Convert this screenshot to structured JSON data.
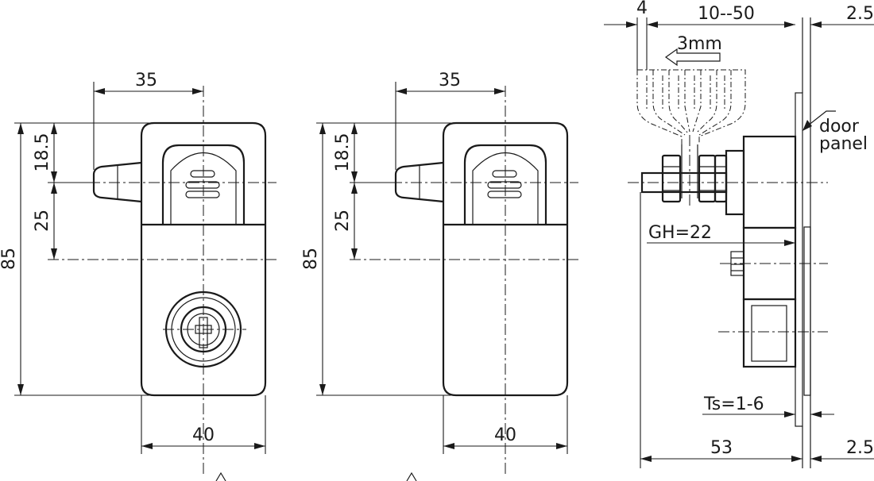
{
  "views": {
    "left": {
      "dim_top_width": "35",
      "dim_bottom_width": "40",
      "dim_total_height": "85",
      "dim_upper_height": "18.5",
      "dim_middle_height": "25"
    },
    "middle": {
      "dim_top_width": "35",
      "dim_bottom_width": "40",
      "dim_total_height": "85",
      "dim_upper_height": "18.5",
      "dim_middle_height": "25"
    },
    "side": {
      "dim_offset": "4",
      "dim_range": "10--50",
      "dim_right_top": "2.5",
      "dim_bottom_depth": "53",
      "dim_right_bottom": "2.5",
      "adjust_step": "3mm",
      "gh_label": "GH=22",
      "ts_label": "Ts=1-6",
      "door_label_1": "door",
      "door_label_2": "panel"
    }
  },
  "icons": [
    "arrow-left-icon"
  ]
}
